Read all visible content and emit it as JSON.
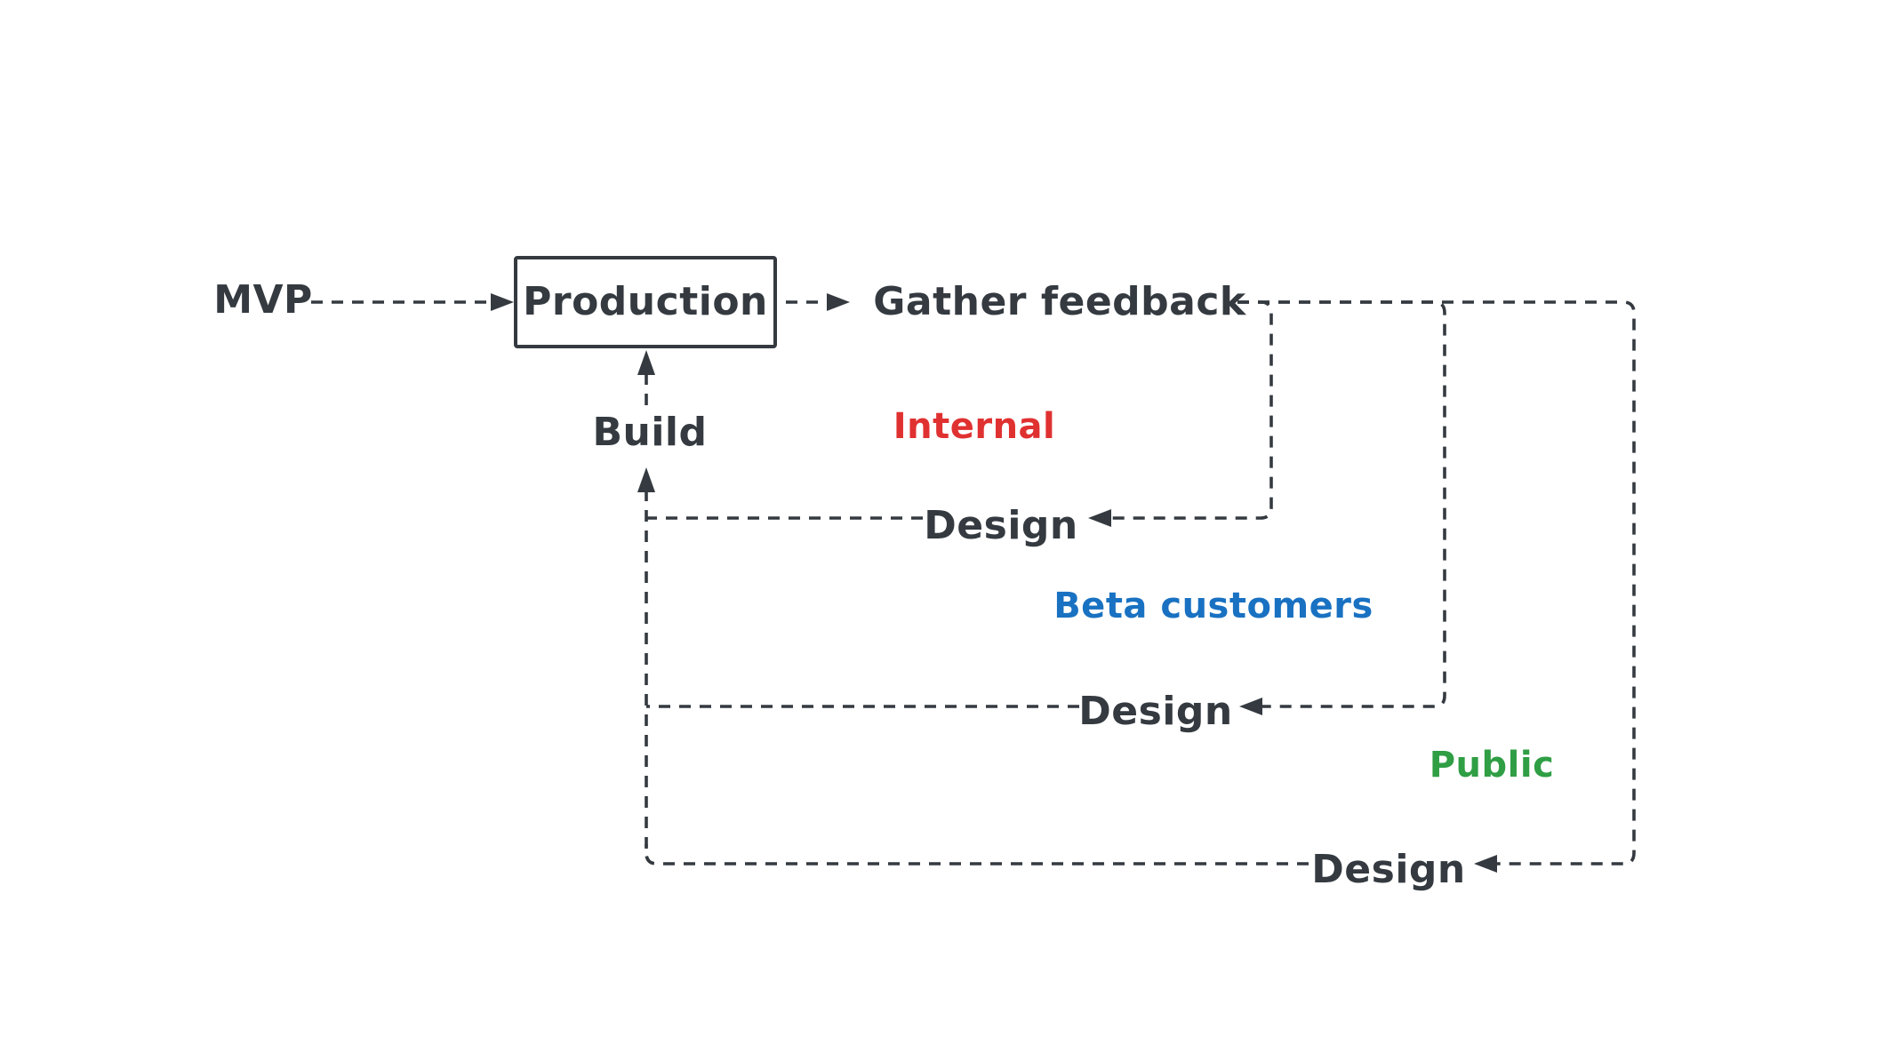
{
  "canvas": {
    "background": "#ffffff",
    "stroke_color": "#343a40"
  },
  "nodes": {
    "mvp": {
      "label": "MVP"
    },
    "production": {
      "label": "Production"
    },
    "gather_feedback": {
      "label": "Gather feedback"
    },
    "build": {
      "label": "Build"
    }
  },
  "loops": [
    {
      "id": "internal",
      "label": "Internal",
      "color": "#e03131",
      "design_label": "Design"
    },
    {
      "id": "beta-customers",
      "label": "Beta customers",
      "color": "#1971c2",
      "design_label": "Design"
    },
    {
      "id": "public",
      "label": "Public",
      "color": "#2f9e44",
      "design_label": "Design"
    }
  ]
}
